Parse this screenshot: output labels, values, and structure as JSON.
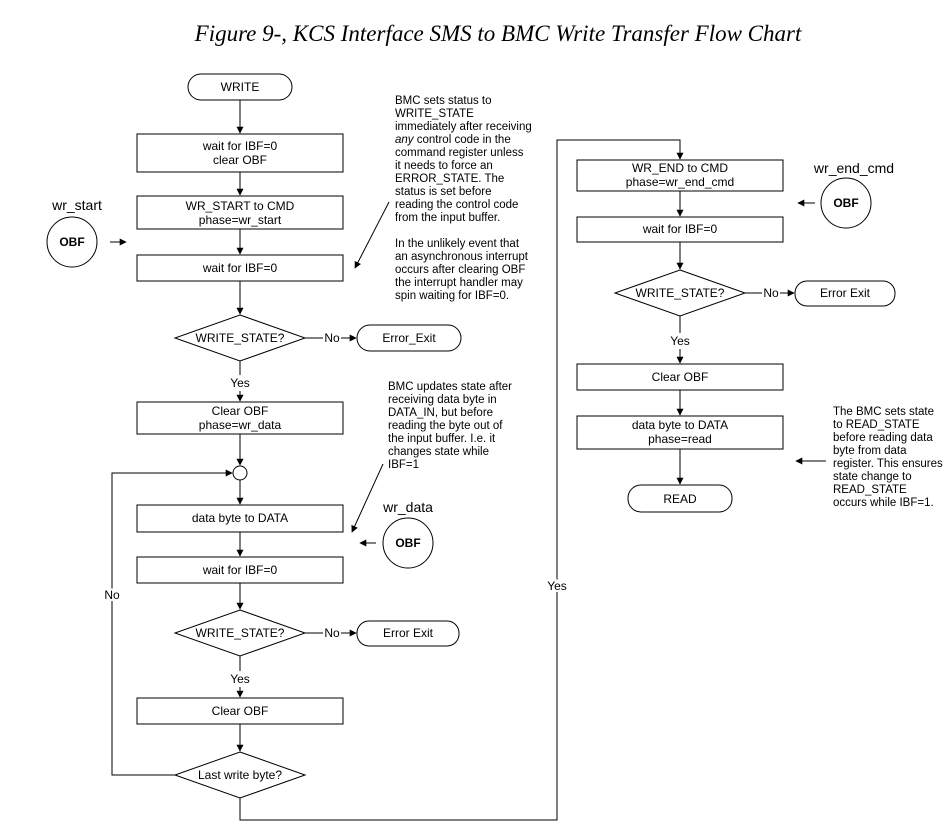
{
  "title": "Figure 9-, KCS Interface SMS to BMC Write Transfer Flow Chart",
  "nodes": {
    "write": "WRITE",
    "wait_clear_1": "wait for IBF=0",
    "wait_clear_2": "clear OBF",
    "wr_start_1": "WR_START to CMD",
    "wr_start_2": "phase=wr_start",
    "wait_ibf_1": "wait for IBF=0",
    "decision_1": "WRITE_STATE?",
    "error_exit_1": "Error_Exit",
    "clear_obf_1a": "Clear OBF",
    "clear_obf_1b": "phase=wr_data",
    "data_byte_1": "data byte to DATA",
    "wait_ibf_2": "wait for IBF=0",
    "decision_2": "WRITE_STATE?",
    "error_exit_2": "Error Exit",
    "clear_obf_2": "Clear OBF",
    "decision_last": "Last write byte?",
    "wr_end_1": "WR_END to CMD",
    "wr_end_2": "phase=wr_end_cmd",
    "wait_ibf_3": "wait for IBF=0",
    "decision_3": "WRITE_STATE?",
    "error_exit_3": "Error Exit",
    "clear_obf_3": "Clear OBF",
    "data_read_1": "data byte to DATA",
    "data_read_2": "phase=read",
    "read": "READ"
  },
  "edge_labels": {
    "no": "No",
    "yes": "Yes"
  },
  "interrupts": {
    "wr_start_name": "wr_start",
    "wr_data_name": "wr_data",
    "wr_end_cmd_name": "wr_end_cmd",
    "obf": "OBF"
  },
  "notes": {
    "note1": [
      "BMC sets status to",
      "WRITE_STATE",
      "immediately after receiving",
      "any control code in the",
      "command register unless",
      "it needs to force an",
      "ERROR_STATE. The",
      "status is set before",
      "reading the control code",
      "from the input buffer.",
      "",
      "In the unlikely event that",
      "an asynchronous interrupt",
      "occurs after clearing OBF",
      "the interrupt handler may",
      "spin waiting for IBF=0."
    ],
    "note2": [
      "BMC updates state after",
      "receiving data byte in",
      "DATA_IN, but before",
      "reading the byte out of",
      "the input buffer. I.e. it",
      "changes state while",
      "IBF=1"
    ],
    "note3": [
      "The BMC sets state",
      "to READ_STATE",
      "before reading data",
      "byte from data",
      "register. This ensures",
      "state change to",
      "READ_STATE",
      "occurs while IBF=1."
    ]
  }
}
